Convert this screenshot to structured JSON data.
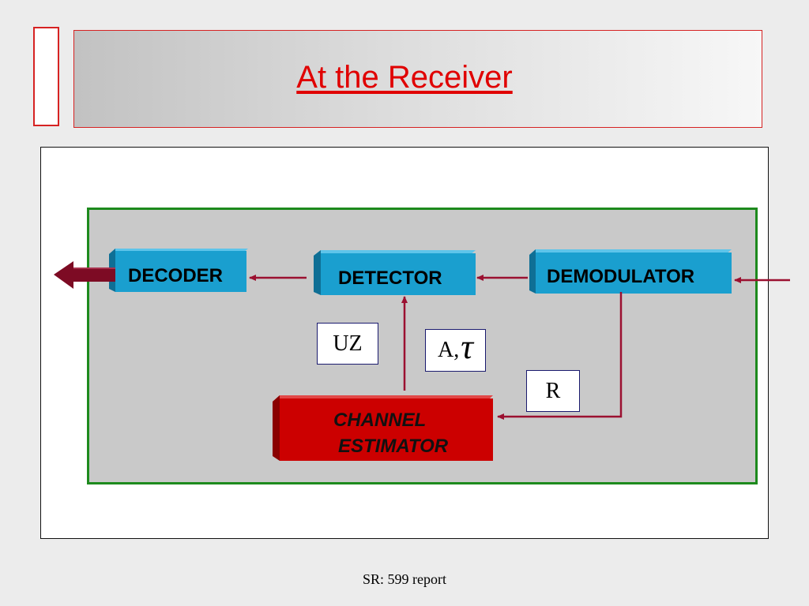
{
  "slide": {
    "title": "At the Receiver",
    "footer": "SR: 599 report"
  },
  "blocks": {
    "decoder": "DECODER",
    "detector": "DETECTOR",
    "demodulator": "DEMODULATOR",
    "channel_estimator_line1": "CHANNEL",
    "channel_estimator_line2": "ESTIMATOR"
  },
  "variables": {
    "uz": "UZ",
    "a_prefix": "A,",
    "tau": "τ",
    "r": "R"
  },
  "colors": {
    "title_red": "#e00000",
    "block_blue": "#1a9fcf",
    "estimator_red": "#cc0000",
    "arrow_maroon": "#9b1030",
    "border_green": "#1d8a1d"
  }
}
